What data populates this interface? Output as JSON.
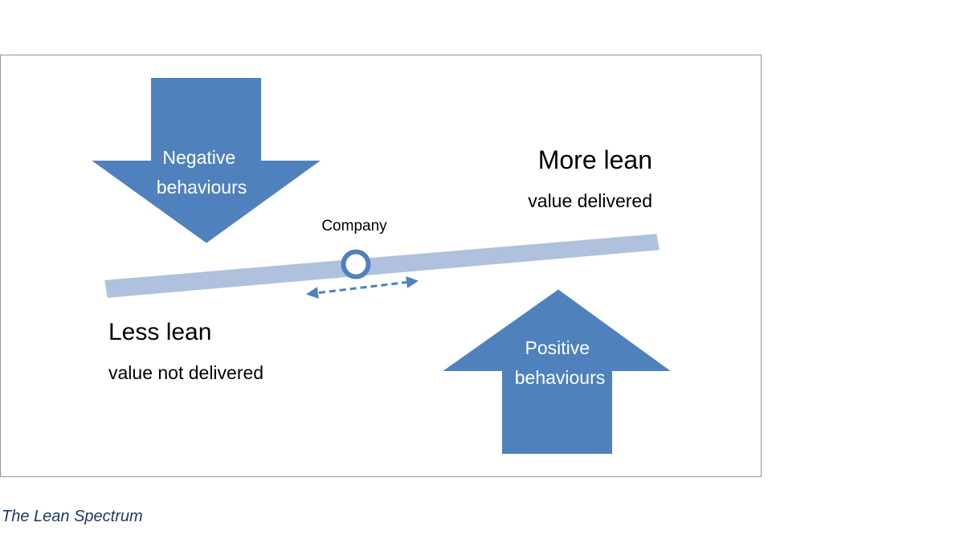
{
  "diagram": {
    "negative_arrow_label": [
      "Negative",
      "behaviours"
    ],
    "positive_arrow_label": [
      "Positive",
      "behaviours"
    ],
    "company_label": "Company",
    "more_lean_title": "More lean",
    "more_lean_subtitle": "value delivered",
    "less_lean_title": "Less lean",
    "less_lean_subtitle": "value not delivered"
  },
  "caption": "The Lean Spectrum",
  "colors": {
    "arrow_fill": "#4f81bd",
    "beam_fill": "#b0c1de",
    "frame_border": "#8c979e",
    "caption_text": "#1f3864"
  }
}
